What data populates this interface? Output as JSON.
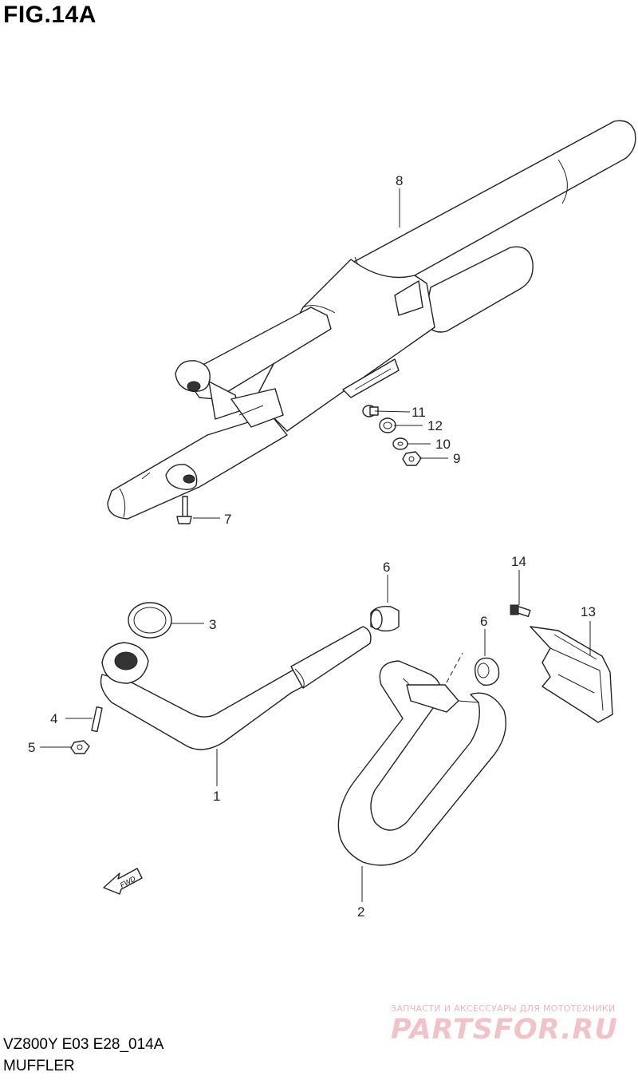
{
  "figure": {
    "title": "FIG.14A",
    "model_code": "VZ800Y E03 E28_014A",
    "name": "MUFFLER"
  },
  "callouts": [
    "8",
    "11",
    "12",
    "10",
    "9",
    "7",
    "6",
    "3",
    "4",
    "5",
    "1",
    "6",
    "14",
    "13",
    "2"
  ],
  "fwd_label": "FWD",
  "watermark": {
    "tagline": "ЗАПЧАСТИ И АКСЕССУАРЫ ДЛЯ МОТОТЕХНИКИ",
    "logo": "PARTSFOR.RU"
  }
}
